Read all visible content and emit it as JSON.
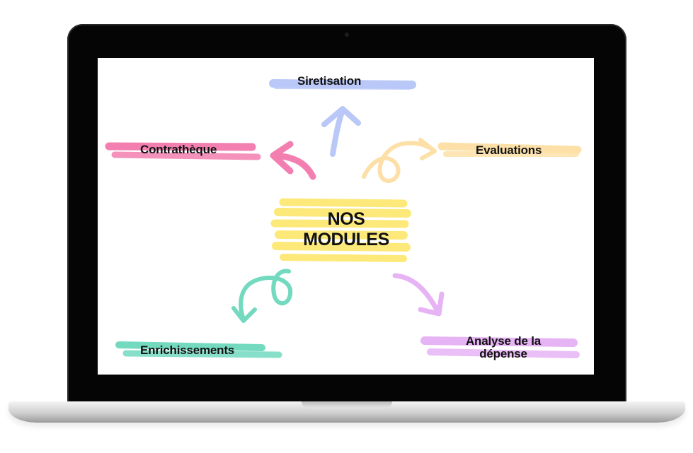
{
  "diagram": {
    "center": {
      "lines": [
        "NOS",
        "MODULES"
      ],
      "color": "#fde97a"
    },
    "modules": [
      {
        "id": "siretisation",
        "label": "Siretisation",
        "color": "#b9c8f7"
      },
      {
        "id": "contratheque",
        "label": "Contrathèque",
        "color": "#f27fb0"
      },
      {
        "id": "evaluations",
        "label": "Evaluations",
        "color": "#fde0a8"
      },
      {
        "id": "enrichissements",
        "label": "Enrichissements",
        "color": "#73d9bf"
      },
      {
        "id": "analyse",
        "label": "Analyse de la dépense",
        "color": "#e6b3f5"
      }
    ]
  }
}
